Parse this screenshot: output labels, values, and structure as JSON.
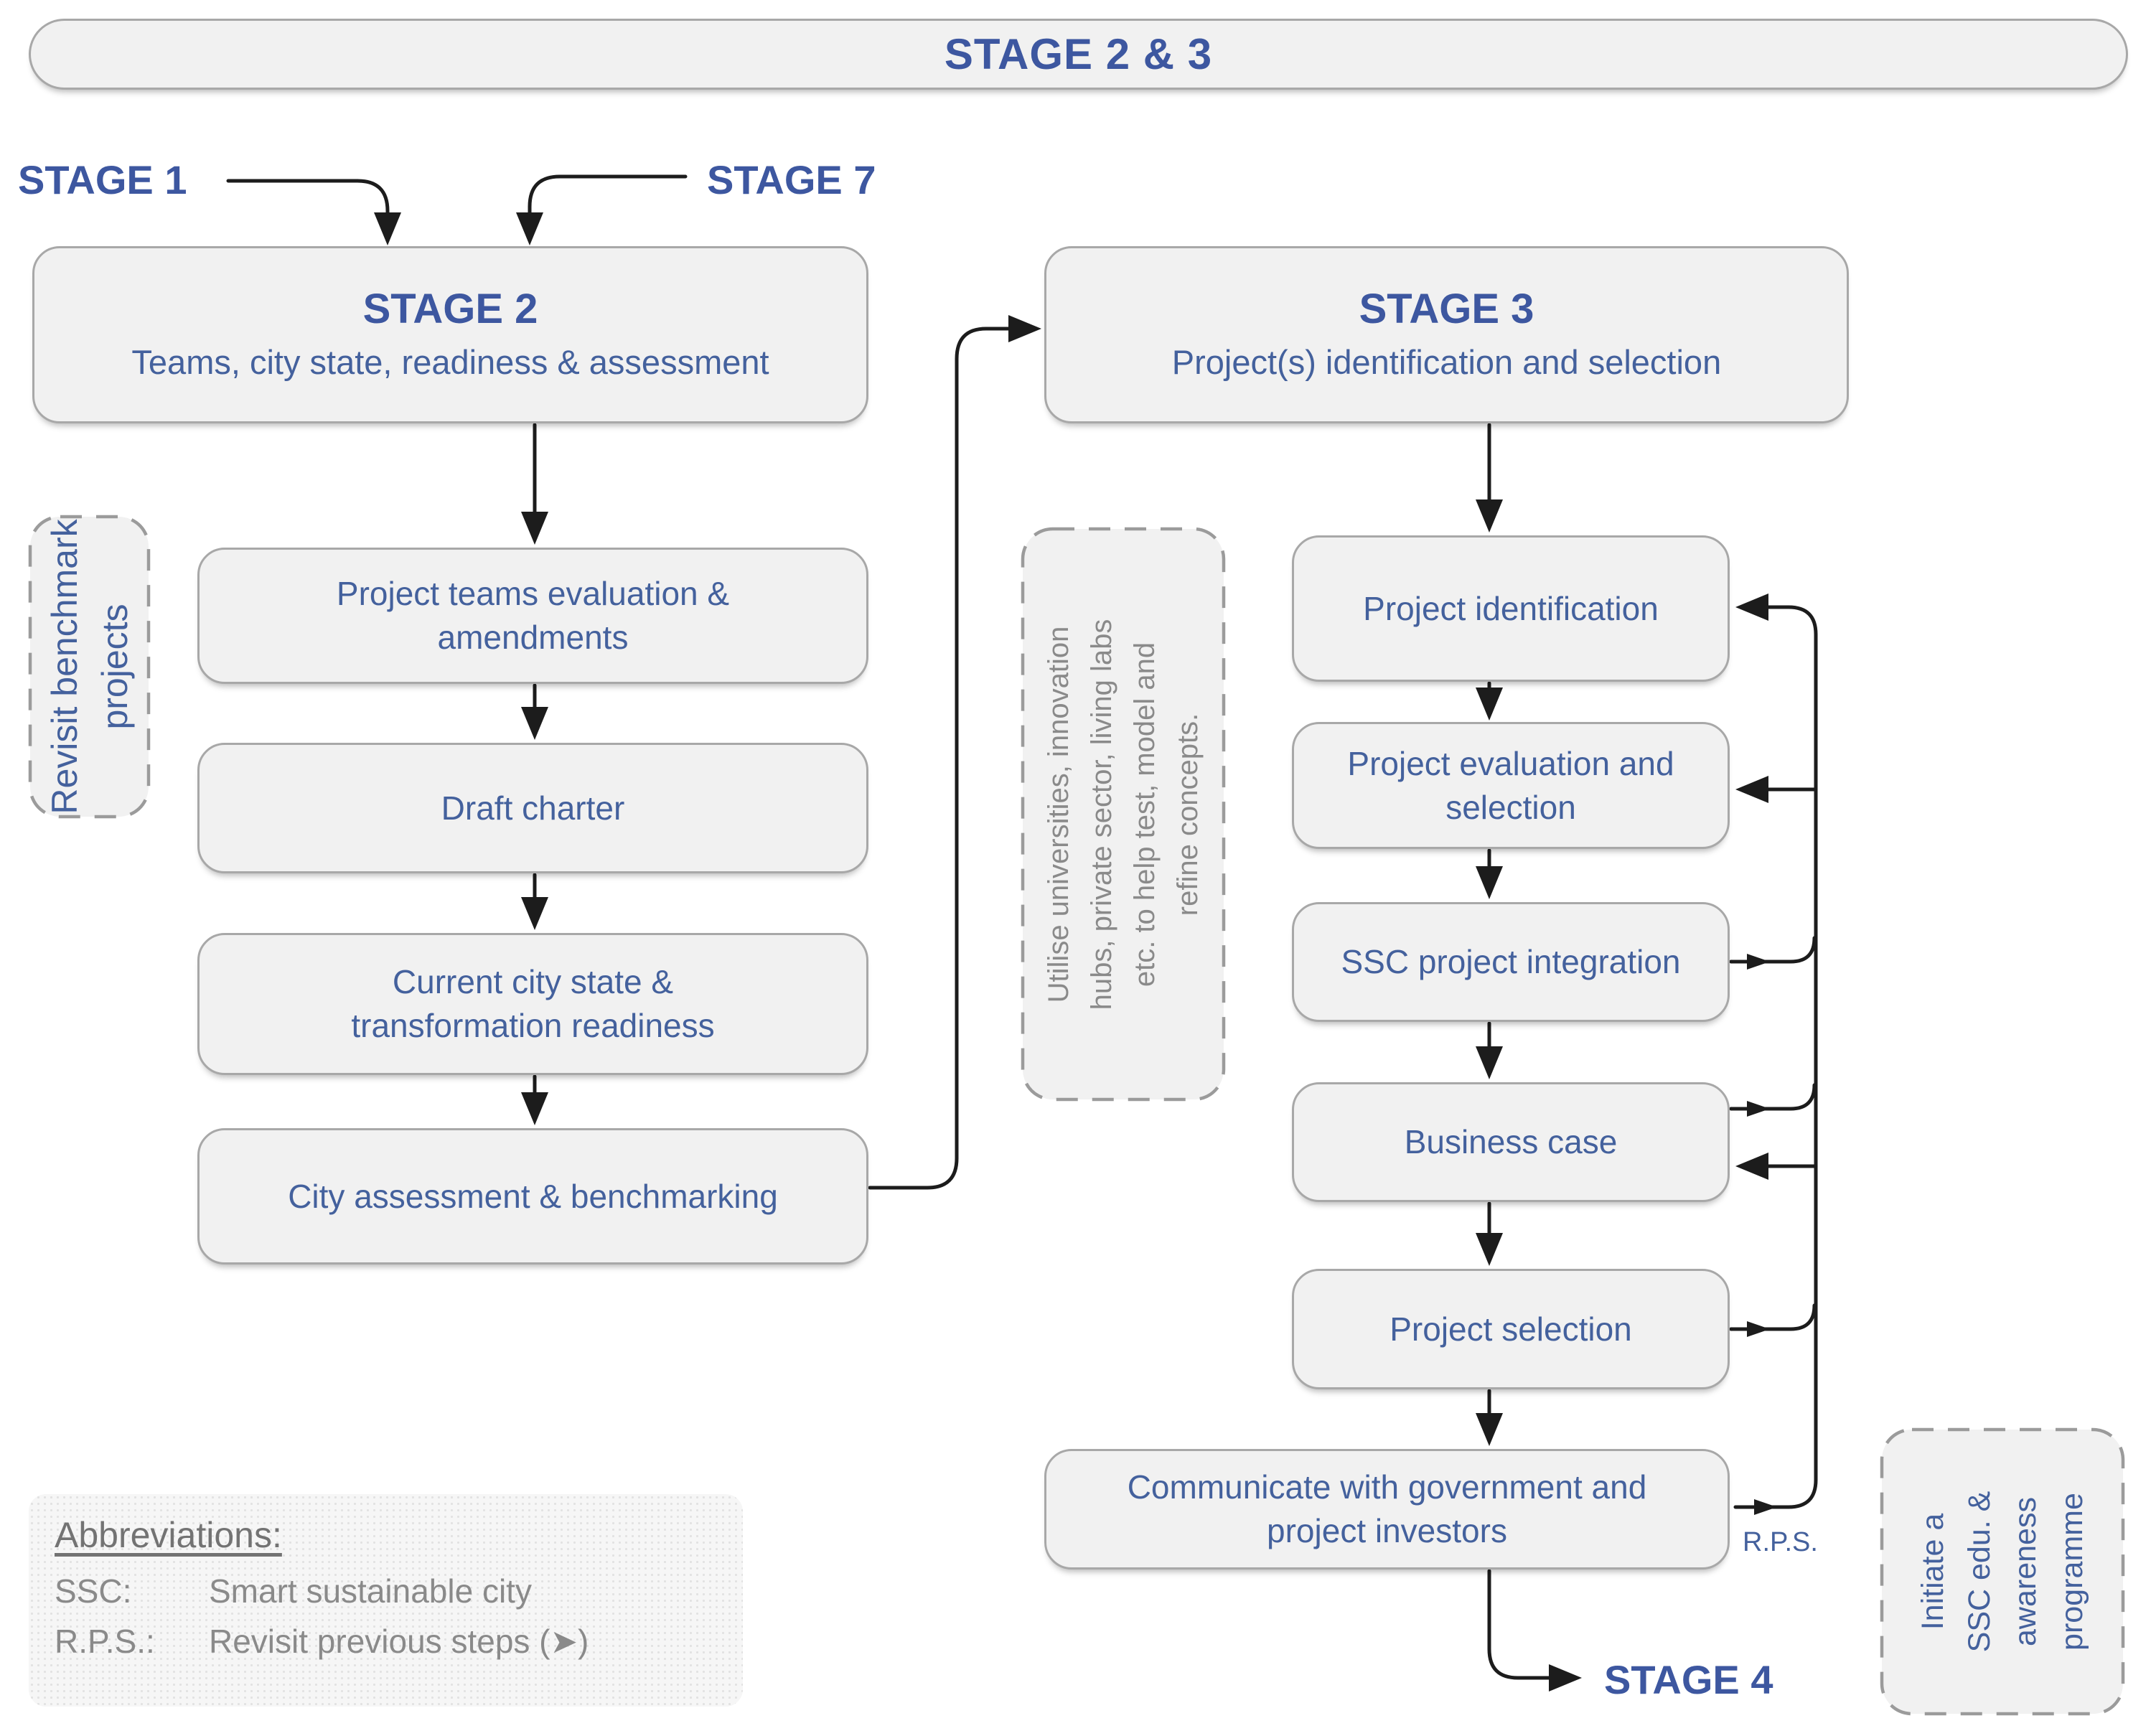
{
  "colors": {
    "accent_blue": "#44619d",
    "title_blue": "#3d57a0",
    "line_black": "#1c1c1c",
    "box_fill": "#f1f1f1",
    "box_border": "#a8a8a8",
    "note_gray": "#8a8a8a",
    "abbrev_gray": "#737373"
  },
  "banner": {
    "label": "STAGE 2 & 3"
  },
  "external_labels": {
    "stage1": "STAGE 1",
    "stage7": "STAGE 7",
    "stage4": "STAGE 4",
    "rps": "R.P.S."
  },
  "stage2": {
    "title": "STAGE 2",
    "subtitle": "Teams, city state, readiness & assessment",
    "steps": [
      "Project teams evaluation & amendments",
      "Draft charter",
      "Current city state & transformation readiness",
      "City assessment & benchmarking"
    ]
  },
  "stage3": {
    "title": "STAGE 3",
    "subtitle": "Project(s) identification and selection",
    "steps": [
      "Project identification",
      "Project evaluation and selection",
      "SSC project integration",
      "Business case",
      "Project selection",
      "Communicate with government and project investors"
    ]
  },
  "notes": {
    "left": {
      "lines": [
        "Revisit benchmark",
        "projects"
      ]
    },
    "middle": {
      "lines": [
        "Utilise universities, innovation",
        "hubs, private sector, living labs",
        "etc. to help test, model and",
        "refine concepts."
      ]
    },
    "right": {
      "lines": [
        "Initiate a",
        "SSC edu. &",
        "awareness",
        "programme"
      ]
    }
  },
  "abbreviations": {
    "title": "Abbreviations:",
    "items": [
      {
        "abbr": "SSC:",
        "meaning": "Smart sustainable city"
      },
      {
        "abbr": "R.P.S.:",
        "meaning": "Revisit previous steps (➤)"
      }
    ]
  }
}
